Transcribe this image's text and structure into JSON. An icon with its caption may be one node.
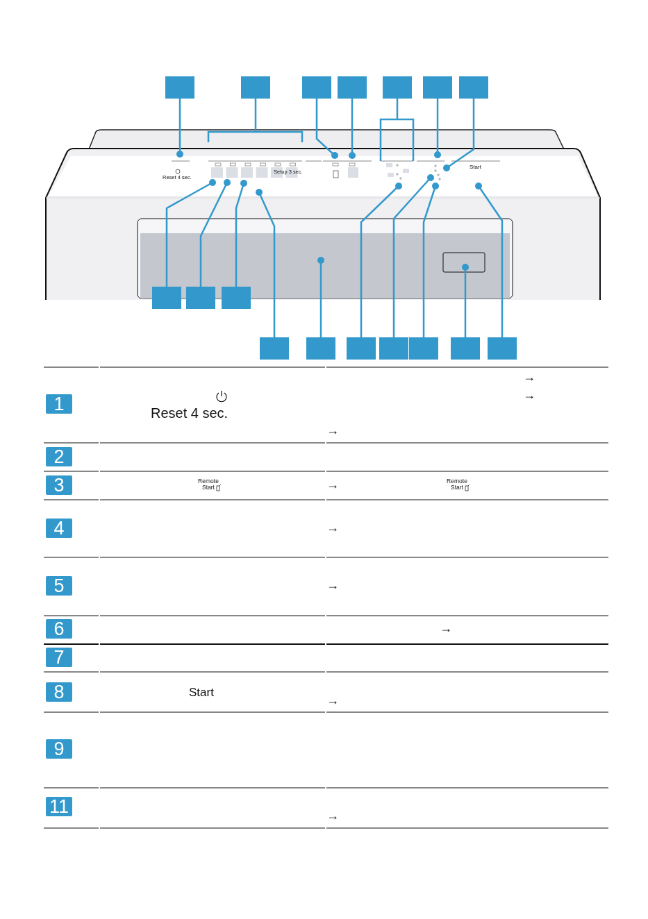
{
  "diagram": {
    "nodes": [
      {
        "text": [],
        "shape": "box"
      },
      {
        "text": [],
        "shape": "box"
      },
      {
        "text": [],
        "shape": "box"
      },
      {
        "text": [],
        "shape": "box"
      },
      {
        "text": [],
        "shape": "box"
      },
      {
        "text": [],
        "shape": "box"
      },
      {
        "text": [],
        "shape": "box"
      },
      {
        "text": [],
        "shape": "box"
      },
      {
        "text": [],
        "shape": "box"
      },
      {
        "text": [],
        "shape": "box"
      },
      {
        "text": [],
        "shape": "box"
      },
      {
        "text": [],
        "shape": "box"
      },
      {
        "text": [],
        "shape": "box"
      },
      {
        "text": [],
        "shape": "box"
      },
      {
        "text": [],
        "shape": "box"
      },
      {
        "text": [],
        "shape": "box"
      },
      {
        "text": [],
        "shape": "box"
      },
      {
        "text": [
          "1"
        ]
      },
      {
        "text": [
          "2"
        ]
      },
      {
        "text": [
          "3"
        ]
      },
      {
        "text": [
          "4"
        ]
      },
      {
        "text": [
          "5"
        ]
      },
      {
        "text": [
          "6"
        ]
      },
      {
        "text": [
          "7"
        ]
      },
      {
        "text": [
          "8"
        ]
      },
      {
        "text": [
          "9"
        ]
      },
      {
        "text": [
          "11"
        ]
      }
    ],
    "edges": [
      {
        "from": 0,
        "to": null,
        "arrow": "other"
      },
      {
        "from": 1,
        "to": null,
        "arrow": "none"
      },
      {
        "from": 2,
        "to": null,
        "arrow": "other"
      },
      {
        "from": 3,
        "to": null,
        "arrow": "other"
      },
      {
        "from": 4,
        "to": null,
        "arrow": "none"
      },
      {
        "from": 5,
        "to": null,
        "arrow": "other"
      },
      {
        "from": 6,
        "to": null,
        "arrow": "other"
      },
      {
        "from": 7,
        "to": null,
        "arrow": "other"
      },
      {
        "from": 8,
        "to": null,
        "arrow": "other"
      },
      {
        "from": 9,
        "to": null,
        "arrow": "other"
      },
      {
        "from": 10,
        "to": null,
        "arrow": "other"
      },
      {
        "from": 11,
        "to": null,
        "arrow": "other"
      },
      {
        "from": 12,
        "to": null,
        "arrow": "other"
      },
      {
        "from": 13,
        "to": null,
        "arrow": "other"
      },
      {
        "from": 14,
        "to": null,
        "arrow": "other"
      },
      {
        "from": 15,
        "to": null,
        "arrow": "other"
      },
      {
        "from": 16,
        "to": null,
        "arrow": "other"
      }
    ],
    "labels": [
      "Reset 4 sec.",
      "Setup 3 sec.",
      "Start",
      "Reset 4 sec.",
      "→",
      "→",
      "→",
      "Remote Start",
      "→",
      "Remote Start",
      "→",
      "→",
      "→",
      "Start",
      "→",
      "→"
    ]
  }
}
